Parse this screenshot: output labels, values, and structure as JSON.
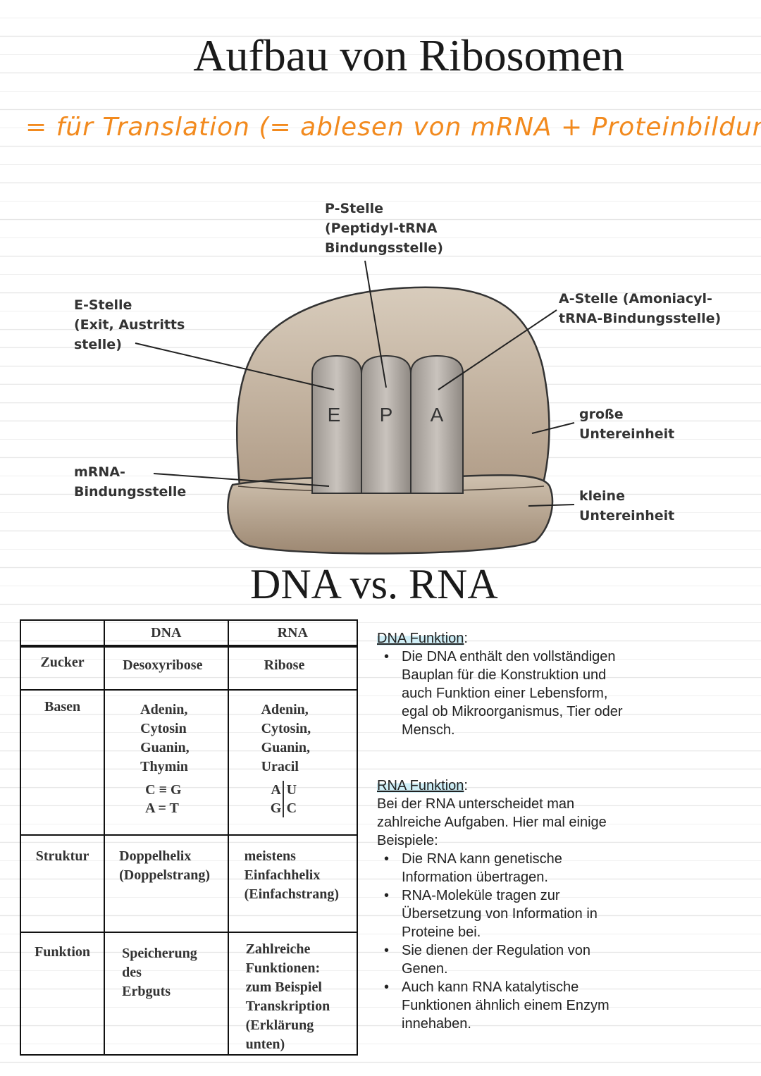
{
  "title": "Aufbau von Ribosomen",
  "note": "= für Translation (= ablesen von mRNA + Proteinbildung",
  "diagram": {
    "p_label": "P-Stelle\n(Peptidyl-tRNA\nBindungsstelle)",
    "e_label": "E-Stelle\n(Exit, Austritts\nstelle)",
    "a_label": "A-Stelle (Amoniacyl-\ntRNA-Bindungsstelle)",
    "mrna_label": "mRNA-\nBindungsstelle",
    "gross_label": "große\nUntereinheit",
    "klein_label": "kleine\nUntereinheit",
    "site_e": "E",
    "site_p": "P",
    "site_a": "A"
  },
  "title2": "DNA vs. RNA",
  "table": {
    "col_dna": "DNA",
    "col_rna": "RNA",
    "rows": {
      "zucker": {
        "label": "Zucker",
        "dna": "Desoxyribose",
        "rna": "Ribose"
      },
      "basen": {
        "label": "Basen",
        "dna": "Adenin,\nCytosin\nGuanin,\nThymin",
        "dna_pairs": "C ≡ G\nA = T",
        "rna": "Adenin,\nCytosin,\nGuanin,\nUracil",
        "rna_pairs": [
          "A",
          "U",
          "G",
          "C"
        ]
      },
      "struktur": {
        "label": "Struktur",
        "dna": "Doppelhelix\n(Doppelstrang)",
        "rna": "meistens\nEinfachhelix\n(Einfachstrang)"
      },
      "funktion": {
        "label": "Funktion",
        "dna": "Speicherung\ndes\nErbguts",
        "rna": "Zahlreiche\nFunktionen:\nzum Beispiel\nTranskription\n(Erklärung\nunten)"
      }
    }
  },
  "dna_func": {
    "heading": "DNA Funktion",
    "bullets": [
      "Die DNA enthält den vollständigen Bauplan für die Konstruktion und auch Funktion einer Lebensform, egal ob Mikroorganismus, Tier oder Mensch."
    ]
  },
  "rna_func": {
    "heading": "RNA Funktion",
    "intro": "Bei der RNA unterscheidet man zahlreiche Aufgaben. Hier mal einige Beispiele:",
    "bullets": [
      "Die RNA kann genetische Information übertragen.",
      "RNA-Moleküle tragen zur Übersetzung von Information in Proteine bei.",
      "Sie dienen der Regulation von Genen.",
      "Auch kann RNA katalytische Funktionen ähnlich einem Enzym innehaben."
    ]
  }
}
